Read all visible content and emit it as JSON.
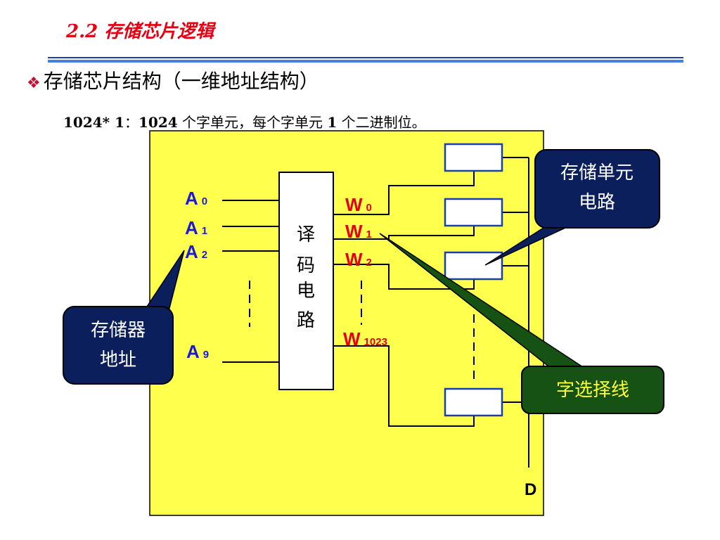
{
  "title": "2.2 存储芯片逻辑",
  "heading": {
    "bullet": "❖",
    "text": "存储芯片结构（一维地址结构）"
  },
  "subline": {
    "part1": "1024* 1",
    "part2": "：",
    "part3": "1024",
    "part4": " 个字单元，每个字单元 ",
    "part5": "1",
    "part6": " 个二进制位。"
  },
  "diagram": {
    "address_lines": [
      {
        "main": "A",
        "sub": "0"
      },
      {
        "main": "A",
        "sub": "1"
      },
      {
        "main": "A",
        "sub": "2"
      },
      {
        "main": "A",
        "sub": "9"
      }
    ],
    "decoder_label": [
      "译",
      "码",
      "电",
      "路"
    ],
    "word_lines": [
      {
        "main": "W",
        "sub": "0"
      },
      {
        "main": "W",
        "sub": "1"
      },
      {
        "main": "W",
        "sub": "2"
      },
      {
        "main": "W",
        "sub": "1023"
      }
    ],
    "data_line_label": "D",
    "callouts": {
      "memory_cell": [
        "存储单元",
        "电路"
      ],
      "memory_address": [
        "存储器",
        "地址"
      ],
      "word_select": "字选择线"
    },
    "colors": {
      "chip_background": "#ffff4d",
      "callout_navy": "#0b1f5c",
      "callout_green": "#155214",
      "address_text": "#1a1ad6",
      "word_text": "#e60012"
    }
  }
}
